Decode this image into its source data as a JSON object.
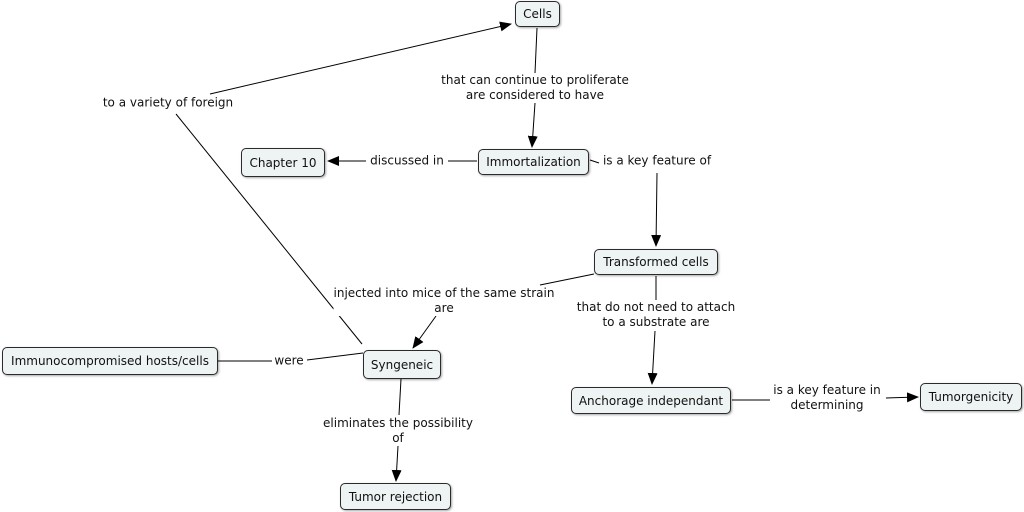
{
  "concepts": {
    "cells": "Cells",
    "immortalization": "Immortalization",
    "chapter10": "Chapter 10",
    "transformed_cells": "Transformed cells",
    "syngeneic": "Syngeneic",
    "immunocompromised": "Immunocompromised hosts/cells",
    "anchorage_independant": "Anchorage independant",
    "tumorigenicity": "Tumorgenicity",
    "tumor_rejection": "Tumor rejection"
  },
  "links": {
    "can_continue": "that can continue to proliferate\nare considered to have",
    "discussed_in": "discussed in",
    "key_feature_of": "is a key feature of",
    "injected_into": "injected into mice of the same strain\nare",
    "do_not_need": "that do not need to attach\nto a substrate are",
    "key_feature_determining": "is a key feature in\ndetermining",
    "were": "were",
    "eliminates": "eliminates the possibility\nof",
    "variety_foreign": "to a variety of foreign"
  },
  "colors": {
    "node_fill": "#eef3f3",
    "node_border": "#2b2b2b",
    "line": "#000000"
  }
}
